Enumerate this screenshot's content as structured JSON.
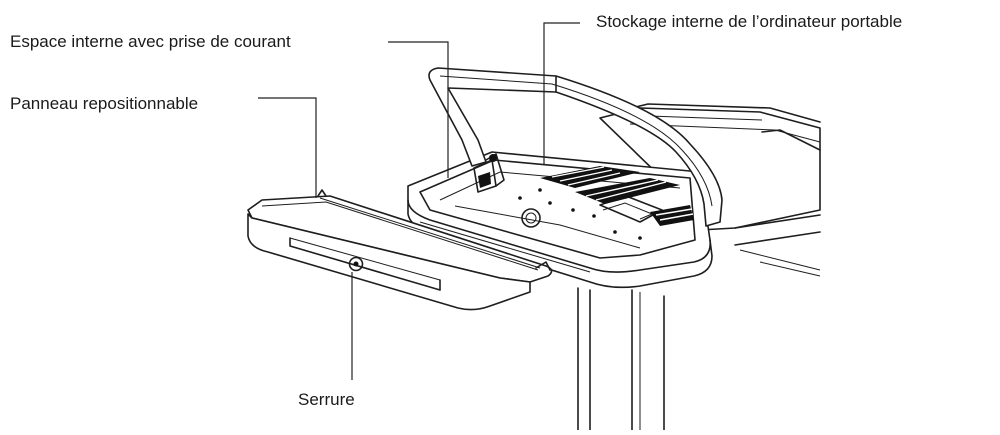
{
  "labels": {
    "laptop_storage": "Stockage interne de l’ordinateur portable",
    "power_space": "Espace interne avec prise de courant",
    "panel": "Panneau repositionnable",
    "lock": "Serrure"
  }
}
